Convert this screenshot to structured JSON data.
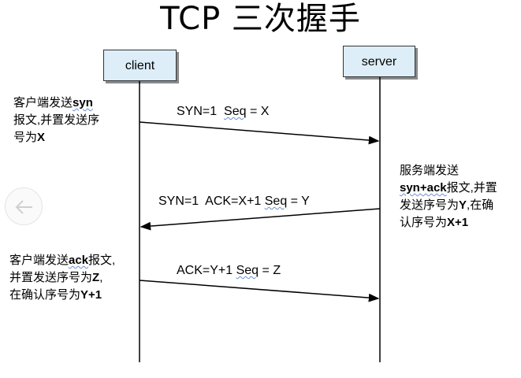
{
  "title": "TCP 三次握手",
  "participants": {
    "client": "client",
    "server": "server"
  },
  "messages": [
    {
      "text_plain": "SYN=1  ",
      "text_wavy": "Seq",
      "text_tail": " = X"
    },
    {
      "text_plain": "SYN=1  ACK=X+1 ",
      "text_wavy": "Seq",
      "text_tail": " = Y"
    },
    {
      "text_plain": "ACK=Y+1 ",
      "text_wavy": "Seq",
      "text_tail": " = Z"
    }
  ],
  "notes": {
    "client_syn": {
      "l1a": "客户端发送",
      "l1b": "syn",
      "l2": "报文,并置发送序",
      "l3a": "号为",
      "l3b": "X"
    },
    "server_synack": {
      "l1": "服务端发送",
      "l2a": "syn+ack",
      "l2b": "报文,并置",
      "l3a": "发送序号为",
      "l3b": "Y",
      "l3c": ",在确",
      "l4a": "认序号为",
      "l4b": "X+1"
    },
    "client_ack": {
      "l1a": "客户端发送",
      "l1b": "ack",
      "l1c": "报文,",
      "l2a": "并置发送序号为",
      "l2b": "Z",
      "l2c": ",",
      "l3a": "在确认序号为",
      "l3b": "Y+1"
    }
  },
  "icons": {
    "back": "arrow-left-icon"
  },
  "colors": {
    "box_fill": "#ddeef8",
    "line": "#000000",
    "wavy_underline": "#6a8fd0"
  }
}
